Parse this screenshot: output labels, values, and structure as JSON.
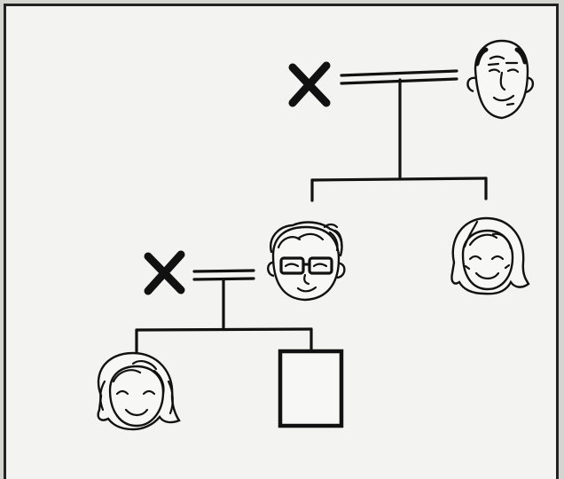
{
  "diagram": {
    "type": "family-tree",
    "colors": {
      "ink": "#111111",
      "paper": "#f3f3f1",
      "background": "#d4d4d1"
    },
    "people": [
      {
        "id": "grandmother",
        "symbol": "deceased-x-icon"
      },
      {
        "id": "grandfather",
        "symbol": "elderly-man-face-icon"
      },
      {
        "id": "father",
        "symbol": "man-with-glasses-face-icon"
      },
      {
        "id": "aunt",
        "symbol": "woman-face-icon"
      },
      {
        "id": "mother",
        "symbol": "deceased-x-icon"
      },
      {
        "id": "daughter",
        "symbol": "girl-face-icon"
      },
      {
        "id": "unknown-child",
        "symbol": "empty-square-icon"
      }
    ],
    "relations": [
      {
        "type": "marriage",
        "partners": [
          "grandmother",
          "grandfather"
        ]
      },
      {
        "type": "children",
        "parents": [
          "grandmother",
          "grandfather"
        ],
        "children": [
          "father",
          "aunt"
        ]
      },
      {
        "type": "marriage",
        "partners": [
          "mother",
          "father"
        ]
      },
      {
        "type": "children",
        "parents": [
          "mother",
          "father"
        ],
        "children": [
          "daughter",
          "unknown-child"
        ]
      }
    ]
  }
}
